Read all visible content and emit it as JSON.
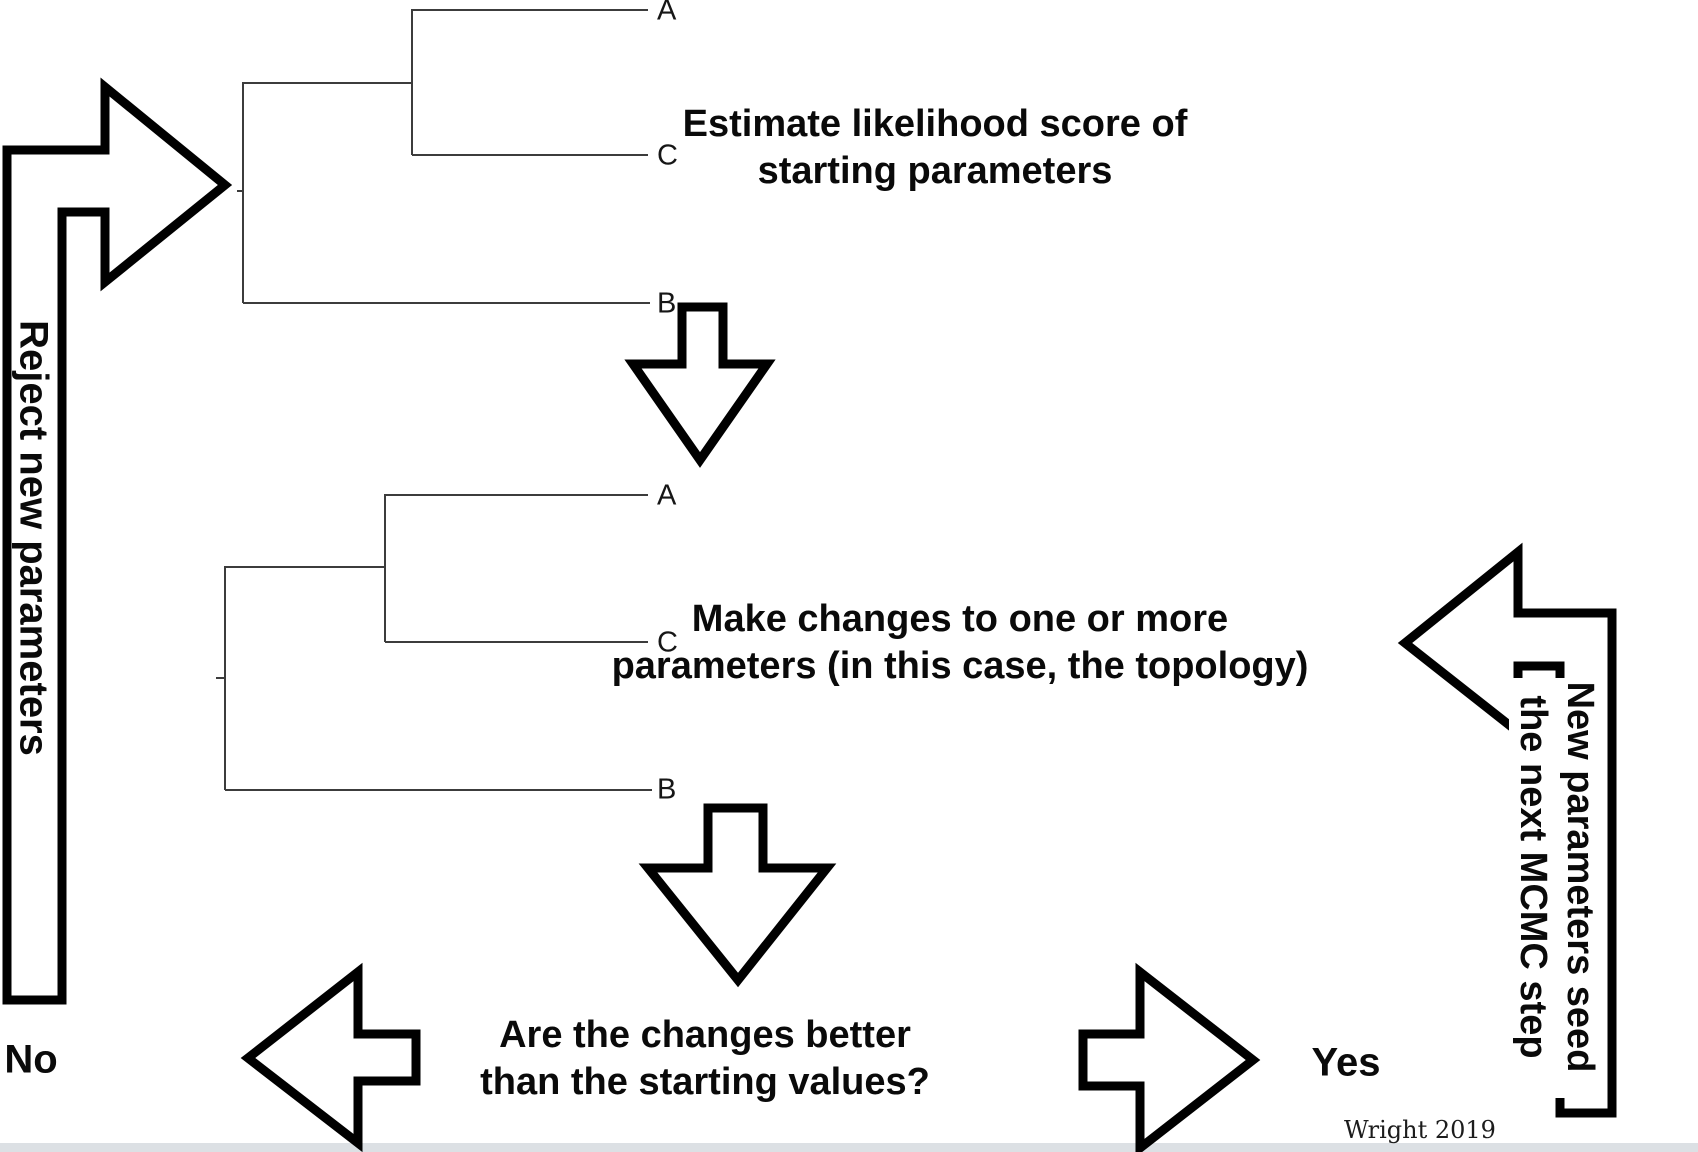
{
  "diagram": {
    "steps": {
      "estimate": {
        "line1": "Estimate likelihood score of",
        "line2": "starting parameters"
      },
      "make": {
        "line1": "Make changes to one or more",
        "line2": "parameters (in this case, the topology)"
      },
      "question": {
        "line1": "Are the changes better",
        "line2": "than the starting values?"
      }
    },
    "answers": {
      "no": "No",
      "yes": "Yes"
    },
    "feedback": {
      "reject": "Reject new parameters",
      "accept_line1": "New parameters seed",
      "accept_line2": "the next MCMC step"
    },
    "trees": {
      "tree1": {
        "tips": {
          "a": "A",
          "c": "C",
          "b": "B"
        }
      },
      "tree2": {
        "tips": {
          "a": "A",
          "c": "C",
          "b": "B"
        }
      }
    },
    "credit": "Wright 2019",
    "colors": {
      "arrow_stroke": "#000000",
      "arrow_fill": "#ffffff",
      "tree_line": "#3c3c3c",
      "text": "#0a0a0a",
      "footer_strip": "#dce0e4",
      "background": "#ffffff"
    }
  }
}
